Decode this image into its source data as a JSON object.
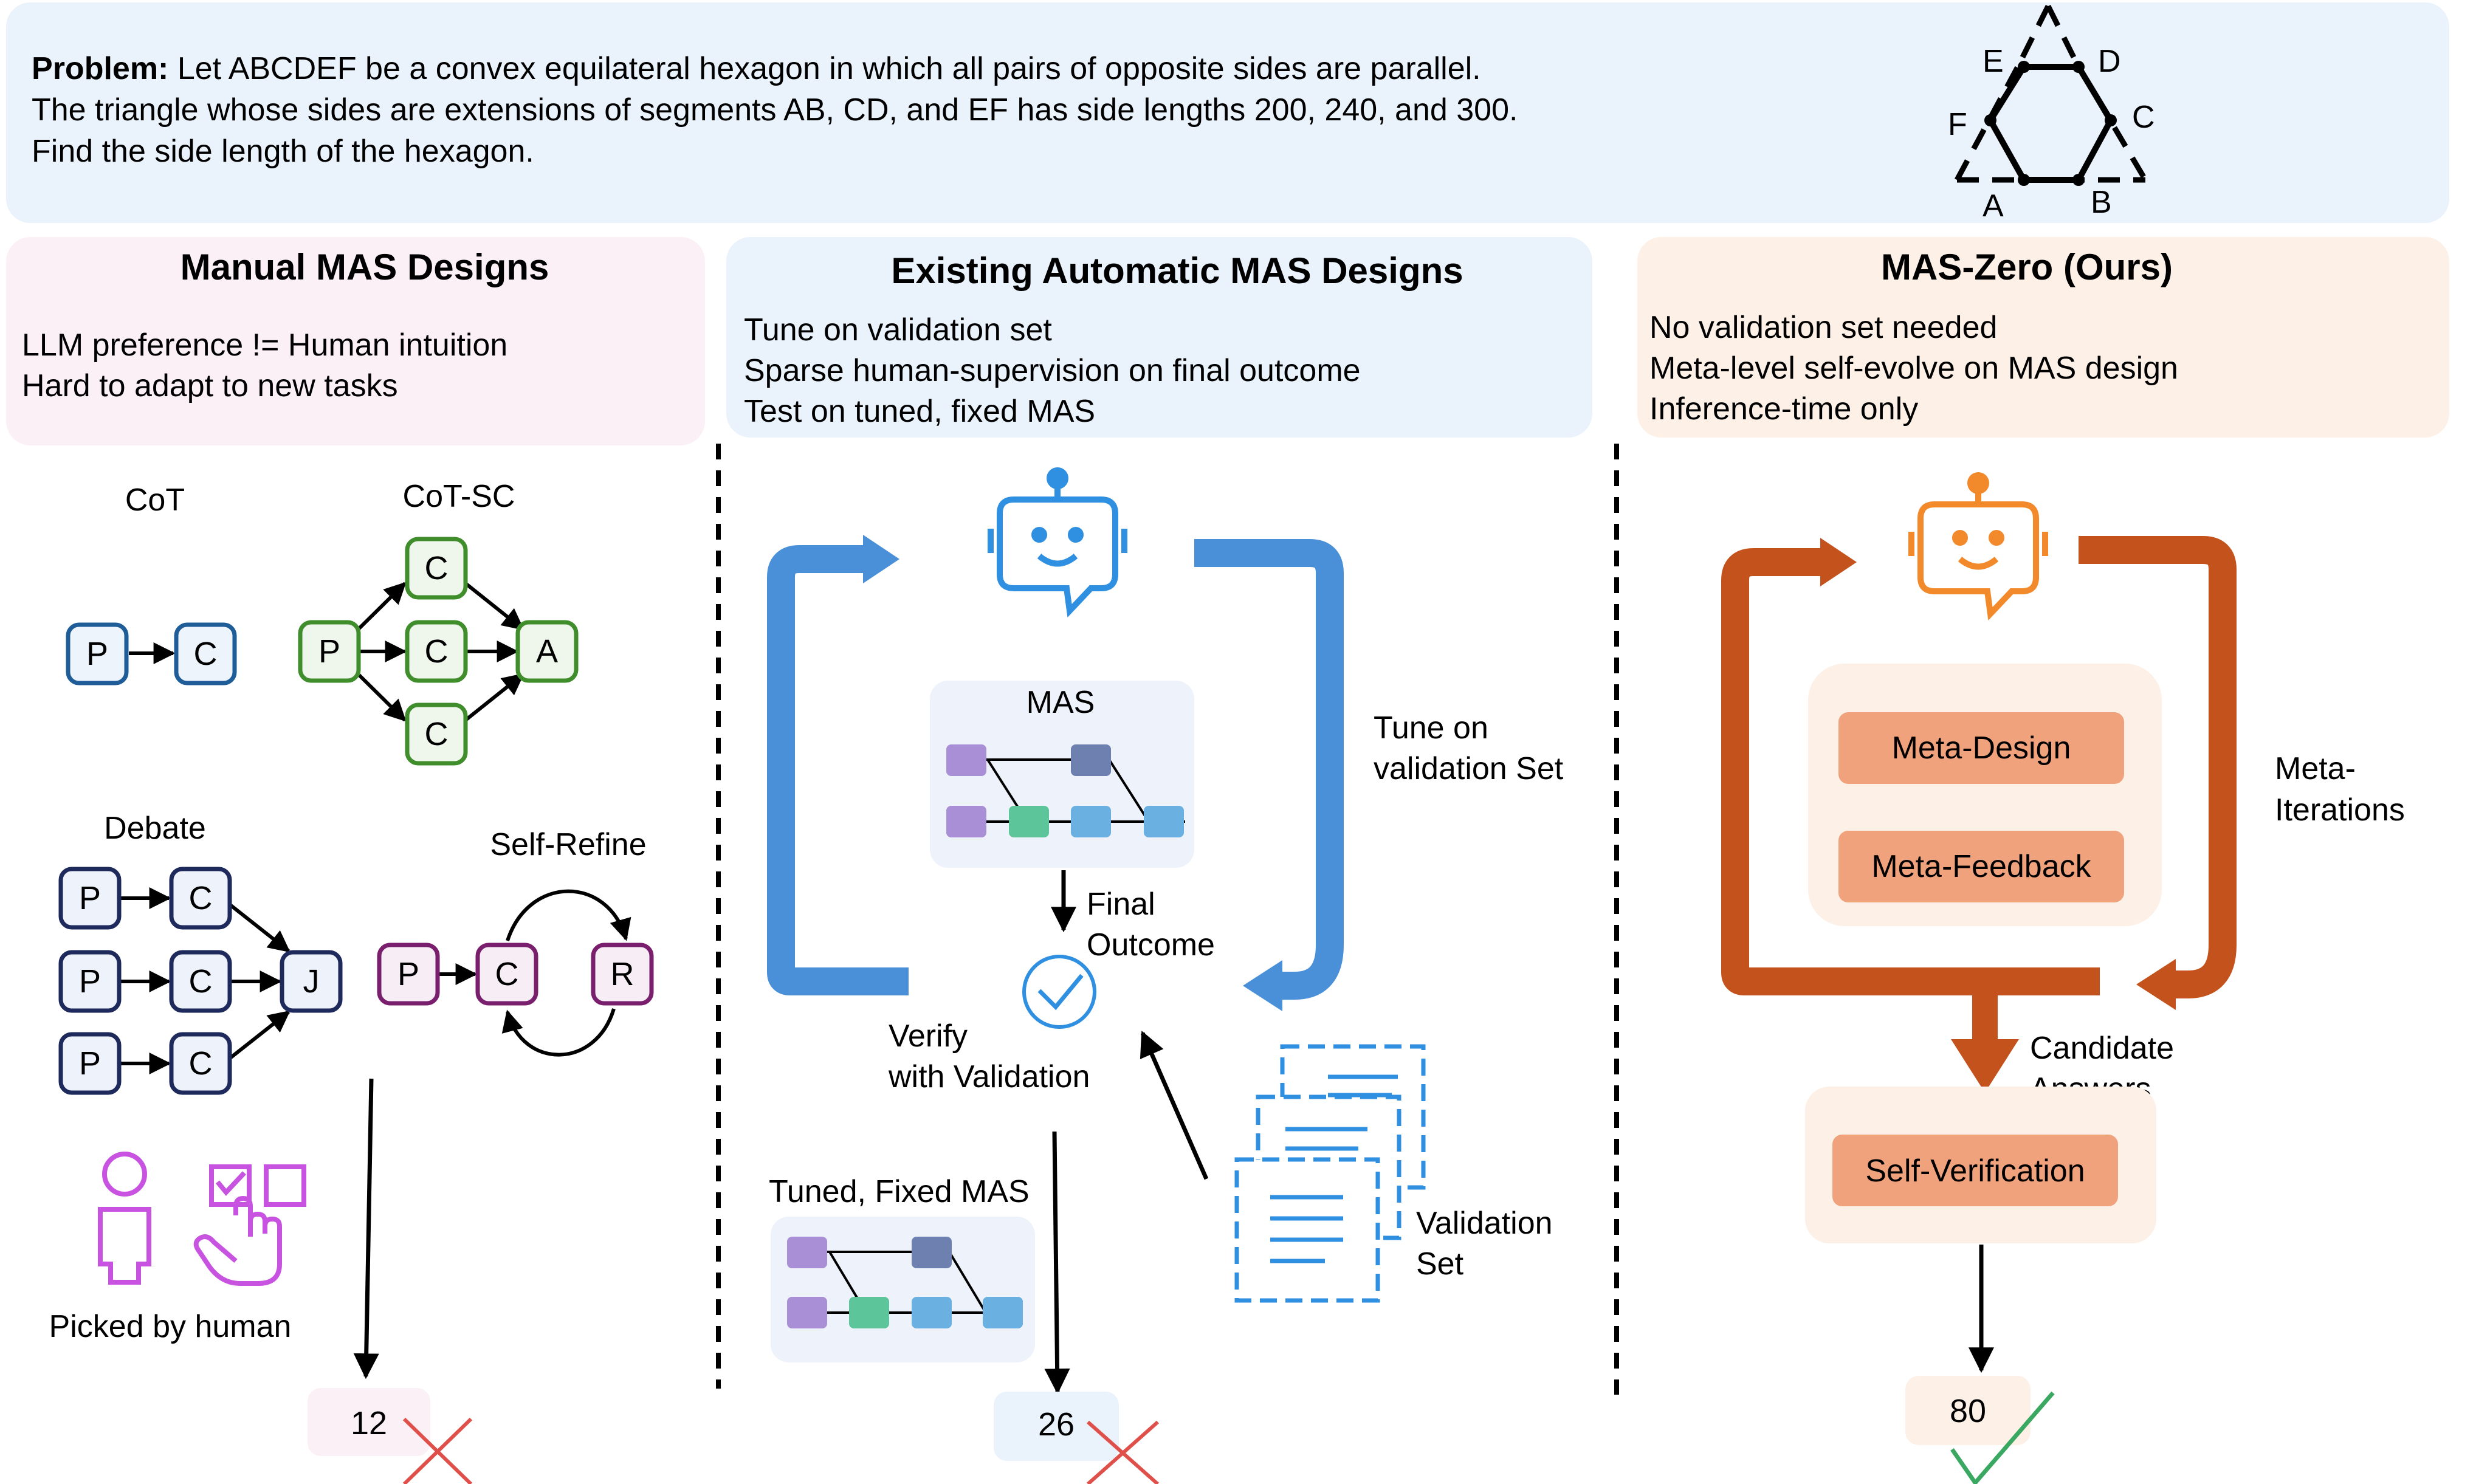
{
  "problem": {
    "lead_letter": "P",
    "lead_rest": "roblem:",
    "line1": "Let ABCDEF be a convex equilateral hexagon in which all pairs of opposite sides are parallel.",
    "line2": "The triangle whose sides are extensions of segments AB, CD, and EF has side lengths 200, 240, and 300.",
    "line3": "Find the side length of the hexagon.",
    "vertex_labels": {
      "A": "A",
      "B": "B",
      "C": "C",
      "D": "D",
      "E": "E",
      "F": "F"
    }
  },
  "manual": {
    "title": "Manual MAS Designs",
    "bullets": [
      "LLM preference != Human intuition",
      "Hard to adapt to new tasks"
    ],
    "cot": {
      "label": "CoT",
      "nodes": [
        "P",
        "C"
      ]
    },
    "cotsc": {
      "label": "CoT-SC",
      "nodes": [
        "P",
        "C",
        "C",
        "C",
        "A"
      ]
    },
    "debate": {
      "label": "Debate",
      "nodes": [
        "P",
        "C",
        "P",
        "C",
        "P",
        "C",
        "J"
      ]
    },
    "selfrefine": {
      "label": "Self-Refine",
      "nodes": [
        "P",
        "C",
        "R"
      ]
    },
    "picked_label": "Picked by human",
    "answer": "12"
  },
  "automatic": {
    "title": "Existing Automatic MAS Designs",
    "bullets": [
      "Tune on validation set",
      "Sparse human-supervision on final outcome",
      "Test on tuned, fixed MAS"
    ],
    "mas_label": "MAS",
    "tune_label": [
      "Tune on",
      "validation Set"
    ],
    "final_outcome": [
      "Final",
      "Outcome"
    ],
    "verify_label": [
      "Verify",
      "with Validation"
    ],
    "validation_set": [
      "Validation",
      "Set"
    ],
    "tuned_label": "Tuned, Fixed MAS",
    "answer": "26"
  },
  "zero": {
    "title": "MAS-Zero (Ours)",
    "bullets": [
      "No validation set needed",
      "Meta-level self-evolve on MAS design",
      "Inference-time only"
    ],
    "meta_design": "Meta-Design",
    "meta_feedback": "Meta-Feedback",
    "meta_iterations": [
      "Meta-",
      "Iterations"
    ],
    "candidate": [
      "Candidate",
      "Answers"
    ],
    "self_verification": "Self-Verification",
    "answer": "80"
  },
  "colors": {
    "problem_bg": "#eaf2fc",
    "manual_bg": "#fcf0f7",
    "auto_bg": "#eaf2fc",
    "zero_bg": "#fdf0e6",
    "blue_arrow": "#4a90d9",
    "orange_arrow": "#c4521d",
    "robot_blue": "#2f8fe0",
    "robot_orange": "#f28a2c",
    "meta_box": "#f0a27c",
    "cot_blue": "#1f5d99",
    "green": "#3f8d2b",
    "navy": "#1e2a5c",
    "purple": "#7a1f6e",
    "magenta": "#c853e0",
    "red_x": "#e0504a",
    "green_check": "#3aa861"
  }
}
